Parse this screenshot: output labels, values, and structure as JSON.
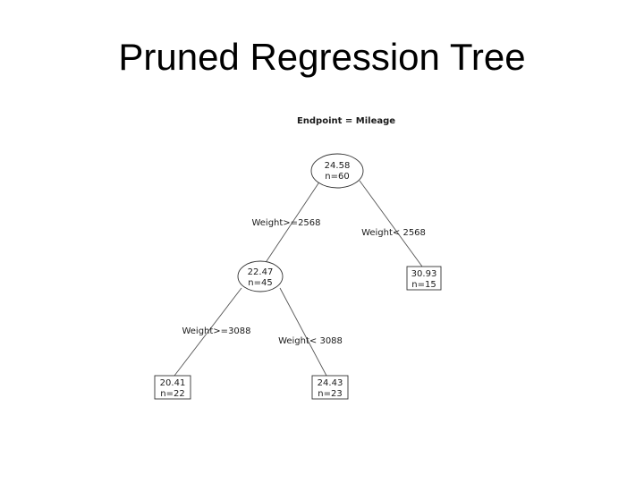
{
  "slide": {
    "title": "Pruned Regression Tree"
  },
  "tree": {
    "heading": "Endpoint = Mileage",
    "root": {
      "value": "24.58",
      "n": "n=60",
      "split_left": "Weight>=2568",
      "split_right": "Weight< 2568",
      "left": {
        "value": "22.47",
        "n": "n=45",
        "split_left": "Weight>=3088",
        "split_right": "Weight< 3088",
        "left": {
          "value": "20.41",
          "n": "n=22",
          "terminal": true
        },
        "right": {
          "value": "24.43",
          "n": "n=23",
          "terminal": true
        }
      },
      "right": {
        "value": "30.93",
        "n": "n=15",
        "terminal": true
      }
    }
  }
}
